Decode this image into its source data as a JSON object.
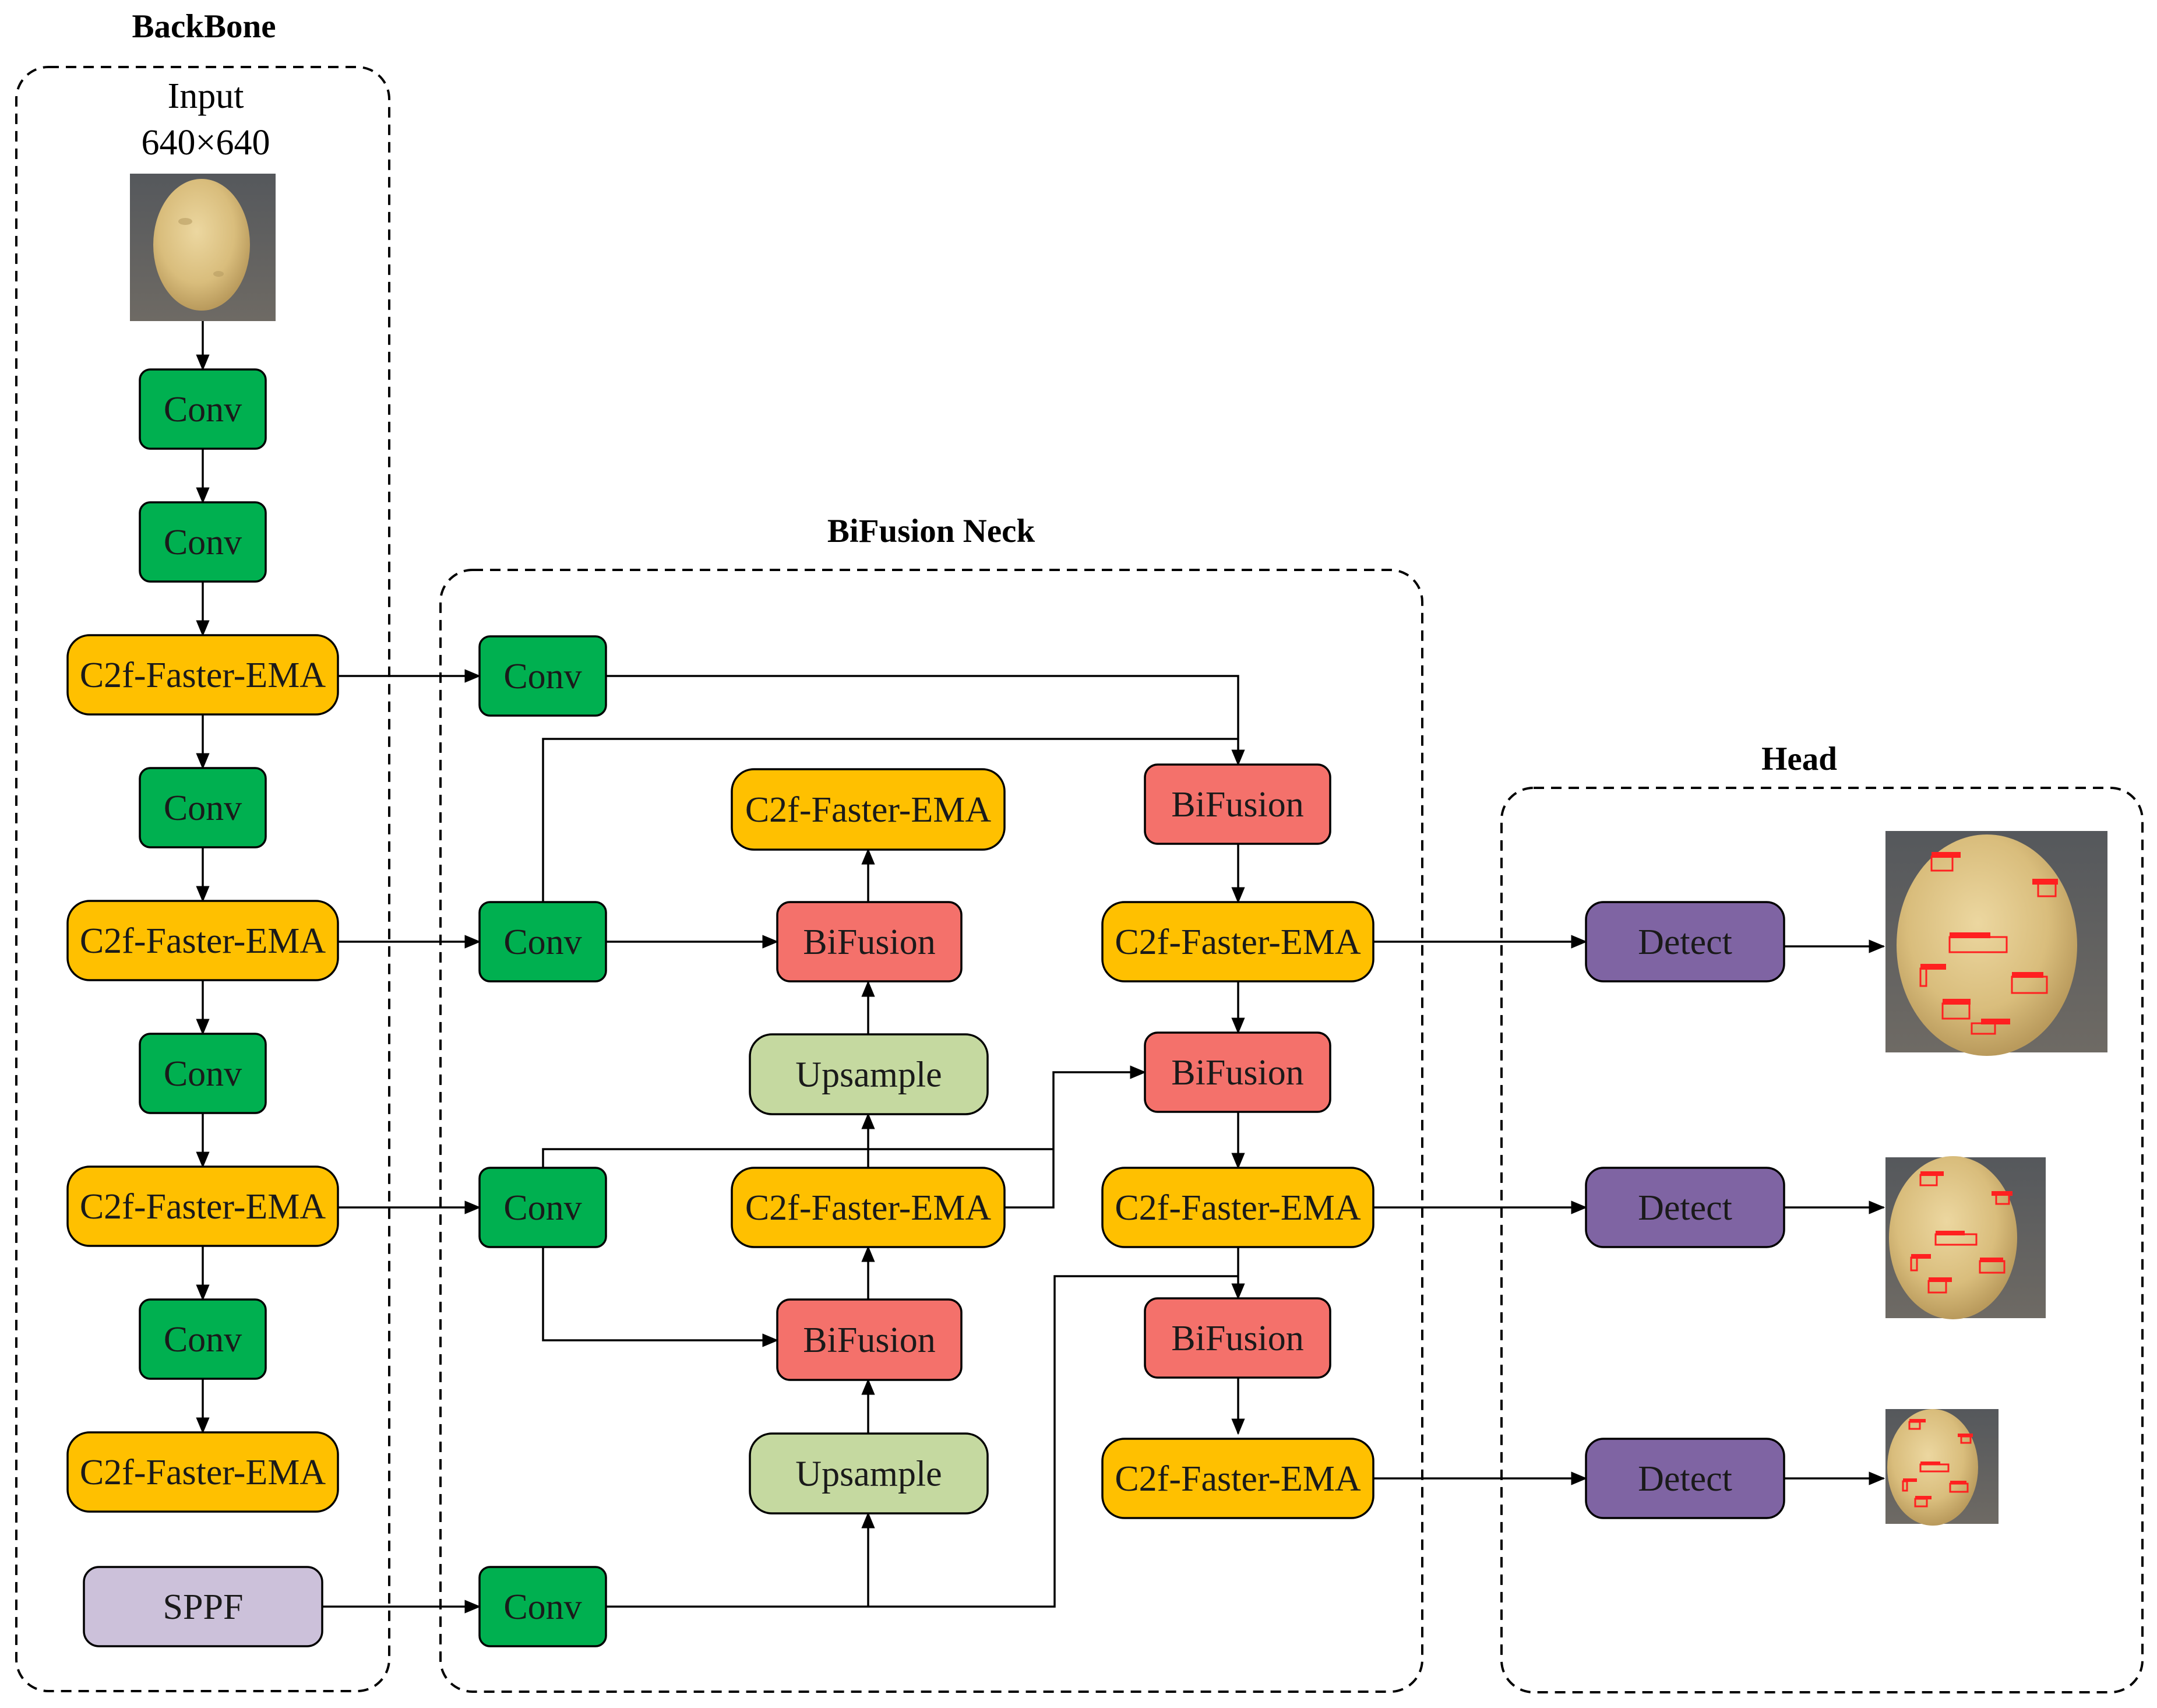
{
  "groups": {
    "backbone": {
      "title": "BackBone"
    },
    "neck": {
      "title": "BiFusion Neck"
    },
    "head": {
      "title": "Head"
    }
  },
  "input": {
    "label_line1": "Input",
    "label_line2": "640×640",
    "image": "potato-photo"
  },
  "colors": {
    "conv": "#00b050",
    "c2f": "#ffc000",
    "bifusion": "#f4716b",
    "upsample": "#c5d9a0",
    "sppf": "#ccc1da",
    "detect": "#7f64a3"
  },
  "backbone_blocks": [
    {
      "id": "bb-conv-1",
      "type": "conv",
      "label": "Conv"
    },
    {
      "id": "bb-conv-2",
      "type": "conv",
      "label": "Conv"
    },
    {
      "id": "bb-c2f-1",
      "type": "c2f",
      "label": "C2f-Faster-EMA"
    },
    {
      "id": "bb-conv-3",
      "type": "conv",
      "label": "Conv"
    },
    {
      "id": "bb-c2f-2",
      "type": "c2f",
      "label": "C2f-Faster-EMA"
    },
    {
      "id": "bb-conv-4",
      "type": "conv",
      "label": "Conv"
    },
    {
      "id": "bb-c2f-3",
      "type": "c2f",
      "label": "C2f-Faster-EMA"
    },
    {
      "id": "bb-conv-5",
      "type": "conv",
      "label": "Conv"
    },
    {
      "id": "bb-c2f-4",
      "type": "c2f",
      "label": "C2f-Faster-EMA"
    },
    {
      "id": "bb-sppf",
      "type": "sppf",
      "label": "SPPF"
    }
  ],
  "neck_blocks": [
    {
      "id": "nk-conv-1",
      "type": "conv",
      "label": "Conv"
    },
    {
      "id": "nk-conv-2",
      "type": "conv",
      "label": "Conv"
    },
    {
      "id": "nk-conv-3",
      "type": "conv",
      "label": "Conv"
    },
    {
      "id": "nk-conv-4",
      "type": "conv",
      "label": "Conv"
    },
    {
      "id": "nk-c2f-top",
      "type": "c2f",
      "label": "C2f-Faster-EMA"
    },
    {
      "id": "nk-bifusion-mid-1",
      "type": "bifusion",
      "label": "BiFusion"
    },
    {
      "id": "nk-upsample-1",
      "type": "upsample",
      "label": "Upsample"
    },
    {
      "id": "nk-c2f-mid",
      "type": "c2f",
      "label": "C2f-Faster-EMA"
    },
    {
      "id": "nk-bifusion-mid-2",
      "type": "bifusion",
      "label": "BiFusion"
    },
    {
      "id": "nk-upsample-2",
      "type": "upsample",
      "label": "Upsample"
    },
    {
      "id": "nk-bifusion-right-1",
      "type": "bifusion",
      "label": "BiFusion"
    },
    {
      "id": "nk-c2f-right-1",
      "type": "c2f",
      "label": "C2f-Faster-EMA"
    },
    {
      "id": "nk-bifusion-right-2",
      "type": "bifusion",
      "label": "BiFusion"
    },
    {
      "id": "nk-c2f-right-2",
      "type": "c2f",
      "label": "C2f-Faster-EMA"
    },
    {
      "id": "nk-bifusion-right-3",
      "type": "bifusion",
      "label": "BiFusion"
    },
    {
      "id": "nk-c2f-right-3",
      "type": "c2f",
      "label": "C2f-Faster-EMA"
    }
  ],
  "head_blocks": [
    {
      "id": "hd-detect-1",
      "type": "detect",
      "label": "Detect"
    },
    {
      "id": "hd-detect-2",
      "type": "detect",
      "label": "Detect"
    },
    {
      "id": "hd-detect-3",
      "type": "detect",
      "label": "Detect"
    }
  ],
  "outputs": [
    {
      "id": "out-1",
      "image": "potato-detection-large"
    },
    {
      "id": "out-2",
      "image": "potato-detection-medium"
    },
    {
      "id": "out-3",
      "image": "potato-detection-small"
    }
  ]
}
